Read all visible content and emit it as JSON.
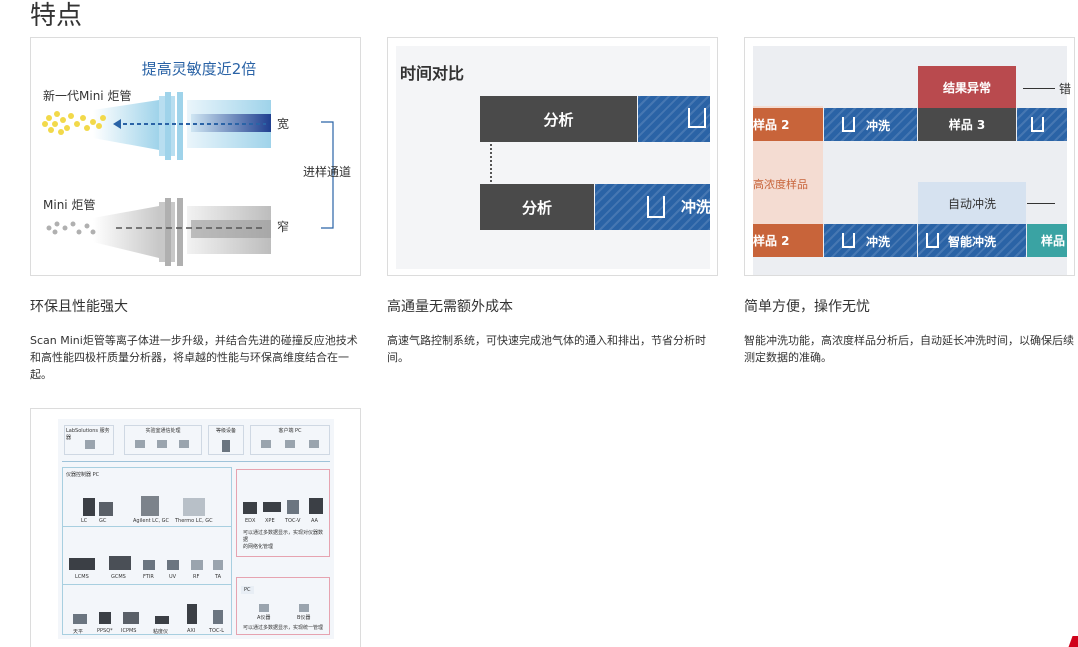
{
  "page": {
    "title": "特点"
  },
  "features": [
    {
      "title": "环保且性能强大",
      "desc": "Scan Mini炬管等离子体进一步升级，并结合先进的碰撞反应池技术和高性能四极杆质量分析器，将卓越的性能与环保高维度结合在一起。",
      "figure": {
        "heading": "提高灵敏度近2倍",
        "label_top": "新一代Mini 炬管",
        "label_bottom": "Mini 炬管",
        "wide": "宽",
        "narrow": "窄",
        "channel": "进样通道"
      }
    },
    {
      "title": "高通量无需额外成本",
      "desc": "高速气路控制系统，可快速完成池气体的通入和排出，节省分析时间。",
      "figure": {
        "heading": "时间对比",
        "analysis_1": "分析",
        "analysis_2": "分析",
        "wash": "冲洗"
      }
    },
    {
      "title": "简单方便，操作无忧",
      "desc": "智能冲洗功能，高浓度样品分析后，自动延长冲洗时间，以确保后续测定数据的准确。",
      "figure": {
        "result_abnormal": "结果异常",
        "sample_2": "样品 2",
        "wash": "冲洗",
        "sample_3": "样品 3",
        "high_conc": "高浓度样品",
        "auto_wash": "自动冲洗",
        "smart_wash": "智能冲洗",
        "sample_edge": "样品",
        "edge_char": "错"
      }
    },
    {
      "figure": {
        "top_boxes": [
          "LabSolutions 服务器",
          "实验室通信处理",
          "等级设备",
          "客户端 PC"
        ],
        "left_header": "仪器控制器 PC",
        "row1": [
          "LC",
          "GC",
          "Agilent LC, GC",
          "Thermo LC, GC"
        ],
        "row2": [
          "LCMS",
          "GCMS",
          "FTIR",
          "UV",
          "RF",
          "TA"
        ],
        "row3": [
          "天平",
          "PPSQ*",
          "ICPMS",
          "粘度仪",
          "AXI",
          "TOC-L"
        ],
        "right_row": [
          "EDX",
          "XPE",
          "TOC-V",
          "AA"
        ],
        "right_note_1": "可以通过多数据显示，实现对仪器数据",
        "right_note_2": "的网络化管理",
        "pc_label": "PC",
        "pc_items": [
          "A仪器",
          "B仪器"
        ],
        "pc_note": "可以通过多数据显示，实现统一管理"
      }
    }
  ],
  "colors": {
    "blue": "#2a63a6",
    "dark": "#4a4a4a",
    "orange": "#c8643a",
    "red": "#b94a4e",
    "teal": "#3aa3a3",
    "light_blue": "#d6e2f0"
  }
}
